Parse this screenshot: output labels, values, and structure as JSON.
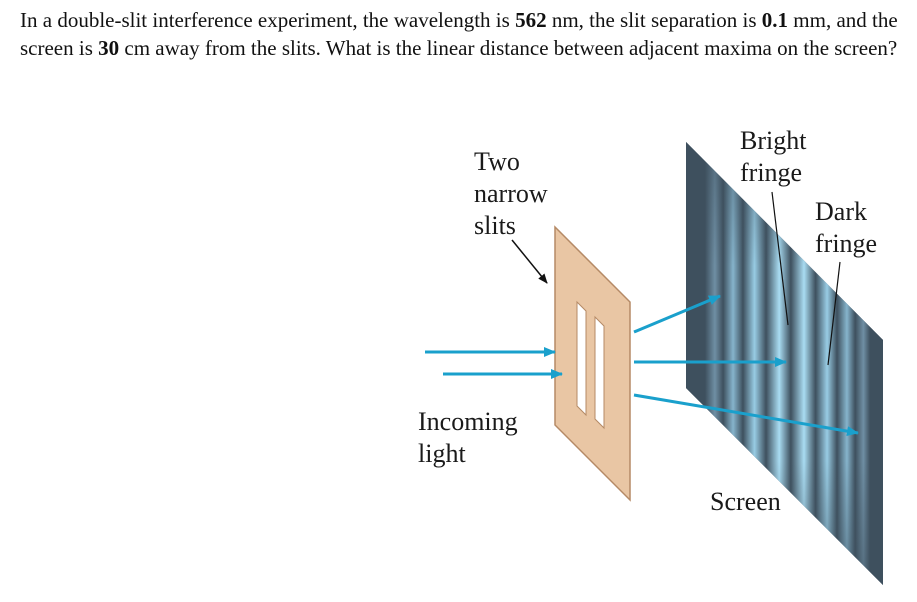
{
  "question": {
    "p1": "In a double-slit interference experiment, the wavelength is ",
    "wavelength": "562",
    "p2": " nm, the slit separation is ",
    "separation": "0.1",
    "p3": " mm, and the screen is ",
    "distance": "30",
    "p4": " cm away from the slits. What is the linear distance between adjacent maxima on the screen?"
  },
  "diagram": {
    "slits_label": [
      "Two",
      "narrow",
      "slits"
    ],
    "light_label": [
      "Incoming",
      "light"
    ],
    "bright_label": [
      "Bright",
      "fringe"
    ],
    "dark_label": [
      "Dark",
      "fringe"
    ],
    "screen_label": "Screen",
    "colors": {
      "screen": "#3e505e",
      "fringe": "#a9dcf2",
      "slit_plate": "#e9c6a4",
      "slit_plate_edge": "#b58a66",
      "arrow": "#1aa0cc"
    }
  }
}
